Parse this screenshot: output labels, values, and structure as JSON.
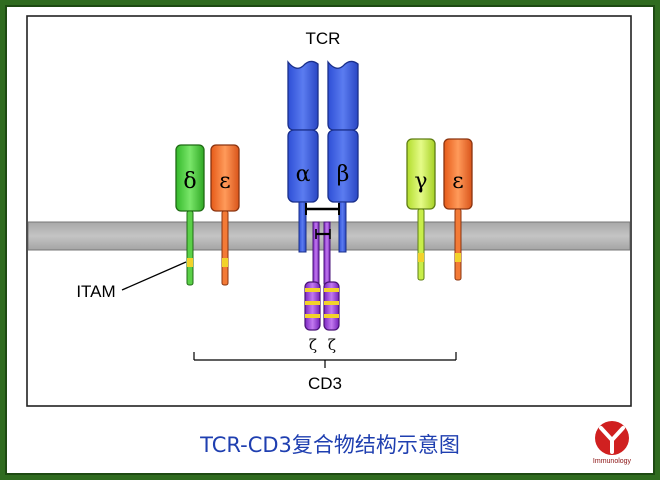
{
  "diagram": {
    "labels": {
      "tcr": "TCR",
      "alpha": "α",
      "beta": "β",
      "delta": "δ",
      "epsilon_left": "ε",
      "gamma": "γ",
      "epsilon_right": "ε",
      "zeta_left": "ζ",
      "zeta_right": "ζ",
      "itam": "ITAM",
      "cd3": "CD3"
    },
    "caption": "TCR-CD3复合物结构示意图",
    "logo": {
      "text": "Immunology"
    }
  },
  "colors": {
    "frame": "#2f6b1f",
    "panel": "#ffffff",
    "membrane": "#b3b3b3",
    "tcr_blue": "#3a5de0",
    "cd3_delta_green": "#4ccf3a",
    "cd3_epsilon_orange": "#f2702a",
    "cd3_gamma_lime": "#c8ee4a",
    "zeta_purple": "#9b3ad6",
    "itam_yellow": "#f2d22a",
    "caption_blue": "#1f3fb0",
    "logo_red": "#d02020"
  }
}
